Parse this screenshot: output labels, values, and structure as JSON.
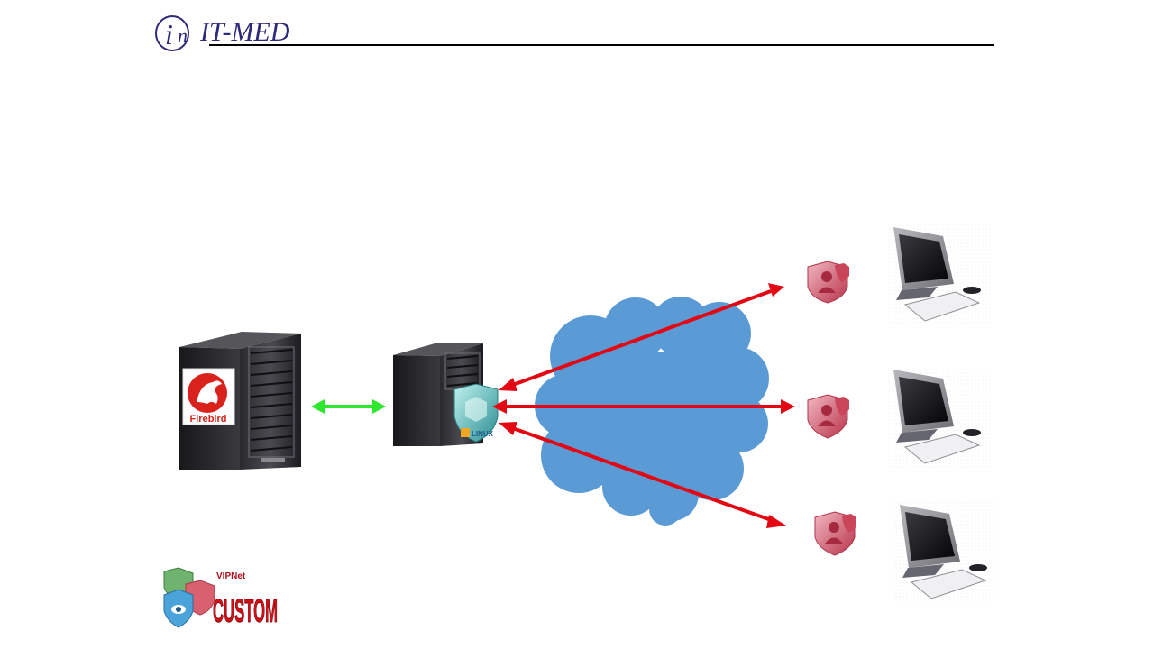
{
  "header": {
    "logo_letter": "i",
    "logo_small": "n",
    "logo_text": "IT-MED"
  },
  "diagram": {
    "db_server": {
      "label": "Firebird"
    },
    "app_server": {
      "badge": "LINUX"
    },
    "vendor_logo": {
      "top": "VIPNet",
      "main": "CUSTOM"
    },
    "clients": [
      {
        "id": "client-1"
      },
      {
        "id": "client-2"
      },
      {
        "id": "client-3"
      }
    ],
    "colors": {
      "cloud": "#5b9bd5",
      "red_arrow": "#e30613",
      "green_arrow": "#2ee82e",
      "logo_blue": "#2e2a7a",
      "firebird_red": "#d9221b",
      "shield_red": "#c9455a",
      "shield_teal": "#3aa7a7"
    }
  }
}
